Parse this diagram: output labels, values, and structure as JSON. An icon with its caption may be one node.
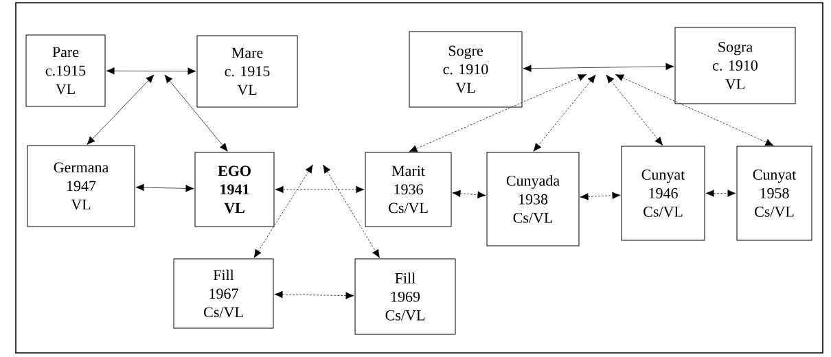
{
  "diagram": {
    "nodes": [
      {
        "text": [
          "Pare",
          "c.1915",
          "VL"
        ]
      },
      {
        "text": [
          "Mare",
          "c. 1915",
          "VL"
        ]
      },
      {
        "text": [
          "Sogre",
          "c. 1910",
          "VL"
        ]
      },
      {
        "text": [
          "Sogra",
          "c. 1910",
          "VL"
        ]
      },
      {
        "text": [
          "Germana",
          "1947",
          "VL"
        ]
      },
      {
        "text": [
          "EGO",
          "1941",
          "VL"
        ]
      },
      {
        "text": [
          "Marit",
          "1936",
          "Cs/VL"
        ]
      },
      {
        "text": [
          "Cunyada",
          "1938",
          "Cs/VL"
        ]
      },
      {
        "text": [
          "Cunyat",
          "1946",
          "Cs/VL"
        ]
      },
      {
        "text": [
          "Cunyat",
          "1958",
          "Cs/VL"
        ]
      },
      {
        "text": [
          "Fill",
          "1967",
          "Cs/VL"
        ]
      },
      {
        "text": [
          "Fill",
          "1969",
          "Cs/VL"
        ]
      }
    ],
    "edges": [
      {
        "from": 0,
        "to": 1,
        "arrow": "both"
      },
      {
        "from": null,
        "to": 4,
        "arrow": "both"
      },
      {
        "from": null,
        "to": 5,
        "arrow": "both"
      },
      {
        "from": 2,
        "to": 3,
        "arrow": "both"
      },
      {
        "from": null,
        "to": 6,
        "arrow": "both",
        "style": "dashed"
      },
      {
        "from": null,
        "to": 7,
        "arrow": "both",
        "style": "dashed"
      },
      {
        "from": null,
        "to": 8,
        "arrow": "both",
        "style": "dashed"
      },
      {
        "from": null,
        "to": 9,
        "arrow": "both",
        "style": "dashed"
      },
      {
        "from": 4,
        "to": 5,
        "arrow": "both"
      },
      {
        "from": 5,
        "to": 6,
        "arrow": "both",
        "style": "dashed"
      },
      {
        "from": null,
        "to": 10,
        "arrow": "both",
        "style": "dashed"
      },
      {
        "from": null,
        "to": 11,
        "arrow": "both",
        "style": "dashed"
      },
      {
        "from": 6,
        "to": 7,
        "arrow": "both",
        "style": "dashed"
      },
      {
        "from": 7,
        "to": 8,
        "arrow": "both",
        "style": "dashed"
      },
      {
        "from": 8,
        "to": 9,
        "arrow": "both",
        "style": "dashed"
      },
      {
        "from": 10,
        "to": 11,
        "arrow": "both",
        "style": "dashed"
      }
    ]
  }
}
